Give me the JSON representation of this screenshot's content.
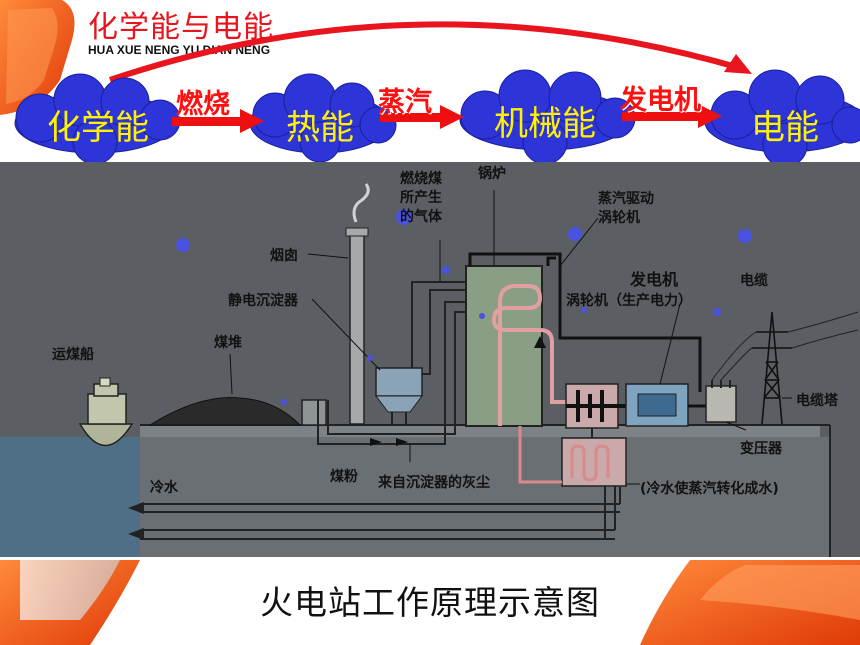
{
  "header": {
    "title": "化学能与电能",
    "subtitle": "HUA XUE NENG YU DIAN NENG"
  },
  "flow": {
    "nodes": [
      "化学能",
      "热能",
      "机械能",
      "电能"
    ],
    "steps": [
      "燃烧",
      "蒸汽",
      "发电机"
    ]
  },
  "diagram": {
    "labels": {
      "boiler": "锅炉",
      "flue_gas_1": "燃烧煤",
      "flue_gas_2": "所产生",
      "flue_gas_3": "的气体",
      "chimney": "烟囱",
      "precipitator": "静电沉淀器",
      "coal_pile": "煤堆",
      "coal_ship": "运煤船",
      "turbine_drive_1": "蒸汽驱动",
      "turbine_drive_2": "涡轮机",
      "generator": "发电机",
      "turbine_power": "涡轮机（生产电力）",
      "cable": "电缆",
      "cable_tower": "电缆塔",
      "transformer": "变压器",
      "cold_water": "冷水",
      "coal_powder": "煤粉",
      "ash": "来自沉淀器的灰尘",
      "condenser": "(冷水使蒸汽转化成水)"
    }
  },
  "caption": "火电站工作原理示意图",
  "colors": {
    "title_red": "#e8141e",
    "cloud_blue": "#2d35d8",
    "cloud_text": "#fff200",
    "step_red": "#ff1010",
    "panel_gray": "#5b5f63",
    "accent_orange": "#f05a14"
  }
}
